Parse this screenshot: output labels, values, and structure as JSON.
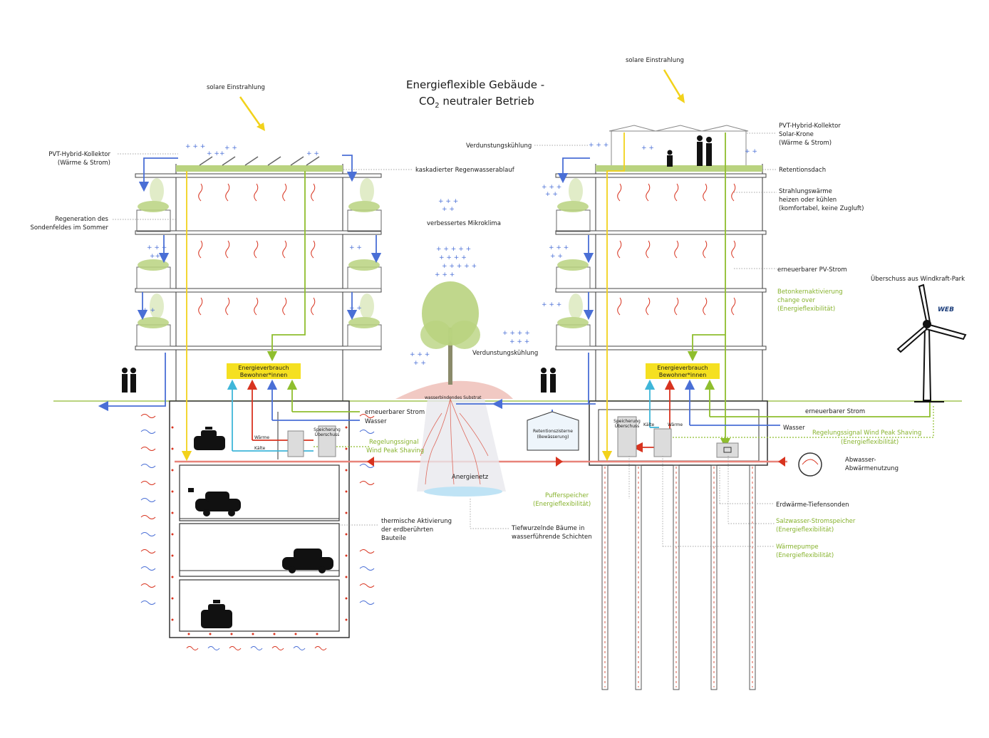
{
  "title": {
    "line1": "Energieflexible Gebäude -",
    "line2_prefix": "CO",
    "line2_sub": "2",
    "line2_suffix": " neutraler Betrieb"
  },
  "labels": {
    "solar_left": "solare Einstrahlung",
    "solar_right": "solare Einstrahlung",
    "pvt_left_1": "PVT-Hybrid-Kollektor",
    "pvt_left_2": "(Wärme & Strom)",
    "regen_1": "Regeneration des",
    "regen_2": "Sondenfeldes im Sommer",
    "kaskade": "kaskadierter Regenwasserablauf",
    "mikroklima": "verbessertes Mikroklima",
    "verdunstung_top": "Verdunstungskühlung",
    "verdunstung_mid": "Verdunstungskühlung",
    "pvt_right_1": "PVT-Hybrid-Kollektor",
    "pvt_right_2": "Solar-Krone",
    "pvt_right_3": "(Wärme & Strom)",
    "retentionsdach": "Retentionsdach",
    "strahlung_1": "Strahlungswärme",
    "strahlung_2": "heizen oder kühlen",
    "strahlung_3": "(komfortabel, keine Zugluft)",
    "pv_strom": "erneuerbarer PV-Strom",
    "windpark": "Überschuss aus Windkraft-Park",
    "beton_1": "Betonkernaktivierung",
    "beton_2": "change over",
    "beton_3": "(Energieflexibilität)",
    "wind_logo": "WEB",
    "energie_left_1": "Energieverbrauch",
    "energie_left_2": "Bewohner*innen",
    "energie_right_1": "Energieverbrauch",
    "energie_right_2": "Bewohner*innen",
    "substrat": "wasserbindendes Substrat",
    "strom_left": "erneuerbarer Strom",
    "wasser_left": "Wasser",
    "waerme_left": "Wärme",
    "kaelte_left": "Kälte",
    "regel_left_1": "Regelungssignal",
    "regel_left_2": "Wind Peak Shaving",
    "speicher_left_1": "Speicherung",
    "speicher_left_2": "Überschuss",
    "speicher_right_1": "Speicherung",
    "speicher_right_2": "Überschuss",
    "retention_1": "Retentionszisterne",
    "retention_2": "(Bewässerung)",
    "anergie": "Anergienetz",
    "strom_right": "erneuerbarer Strom",
    "wasser_right": "Wasser",
    "kaelte_right": "Kälte",
    "waerme_right": "Wärme",
    "regel_right_1": "Regelungssignal Wind Peak Shaving",
    "regel_right_2": "(Energieflexibilität)",
    "abwasser_1": "Abwasser-",
    "abwasser_2": "Abwärmenutzung",
    "puffer_1": "Pufferspeicher",
    "puffer_2": "(Energieflexibilität)",
    "erdwaerme": "Erdwärme-Tiefensonden",
    "salz_1": "Salzwasser-Stromspeicher",
    "salz_2": "(Energieflexibilität)",
    "wp_1": "Wärmepumpe",
    "wp_2": "(Energieflexibilität)",
    "thermisch_1": "thermische Aktivierung",
    "thermisch_2": "der erdberührten",
    "thermisch_3": "Bauteile",
    "baeume_1": "Tiefwurzelnde Bäume in",
    "baeume_2": "wasserführende Schichten"
  },
  "colors": {
    "strom": "#8fbe2e",
    "solar": "#f2d21b",
    "wasser": "#4a6fd6",
    "kaelte": "#3fb6d9",
    "waerme": "#d8331f",
    "anergie": "#e8837a",
    "green_text": "#86b22c",
    "energie_box": "#f5e020",
    "vegetation": "#b9d37f"
  },
  "icons": [
    "solar-arrow-icon",
    "pv-panel-icon",
    "plant-icon",
    "tree-icon",
    "root-icon",
    "people-icon",
    "taxi-icon",
    "car-icon",
    "ev-car-icon",
    "wind-turbine-icon",
    "storage-unit-icon",
    "battery-icon",
    "heat-exchanger-icon",
    "radiant-heat-icon",
    "sparkle-icon",
    "ground-heat-wave-icon"
  ]
}
